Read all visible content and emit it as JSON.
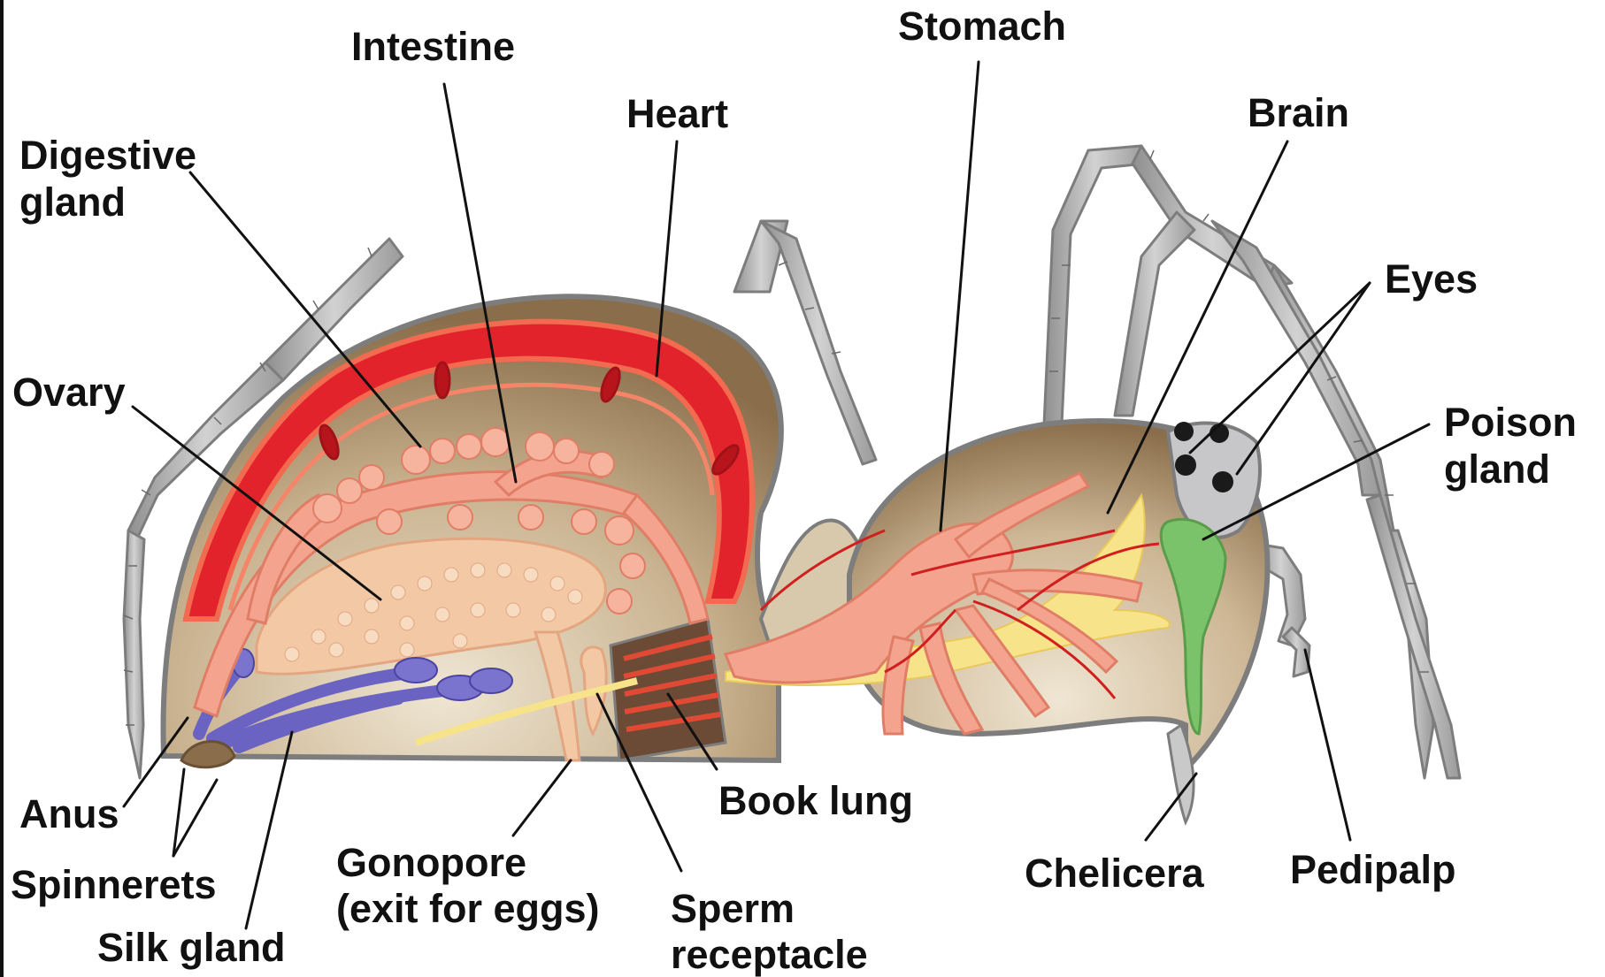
{
  "labels": {
    "intestine": "Intestine",
    "stomach": "Stomach",
    "heart": "Heart",
    "brain": "Brain",
    "digestive_gland_1": "Digestive",
    "digestive_gland_2": "gland",
    "eyes": "Eyes",
    "poison_gland_1": "Poison",
    "poison_gland_2": "gland",
    "ovary": "Ovary",
    "anus": "Anus",
    "spinnerets": "Spinnerets",
    "silk_gland": "Silk gland",
    "gonopore_1": "Gonopore",
    "gonopore_2": "(exit for eggs)",
    "book_lung": "Book lung",
    "sperm_receptacle_1": "Sperm",
    "sperm_receptacle_2": "receptacle",
    "chelicera": "Chelicera",
    "pedipalp": "Pedipalp"
  },
  "colors": {
    "leg": "#b9b9b9",
    "leg_shade": "#8c8c8c",
    "body_cavity": "#8a6e4b",
    "body_light": "#e8ddc8",
    "outline": "#7d7d7d",
    "heart": "#e3232b",
    "heart_light": "#f26a4f",
    "gut": "#f4a48e",
    "gut_dark": "#e07d66",
    "ovary": "#f2c9a4",
    "silk_gland": "#6a63c2",
    "venom": "#7ac36a",
    "nerve": "#f7e38a",
    "head": "#c7c7c9"
  }
}
